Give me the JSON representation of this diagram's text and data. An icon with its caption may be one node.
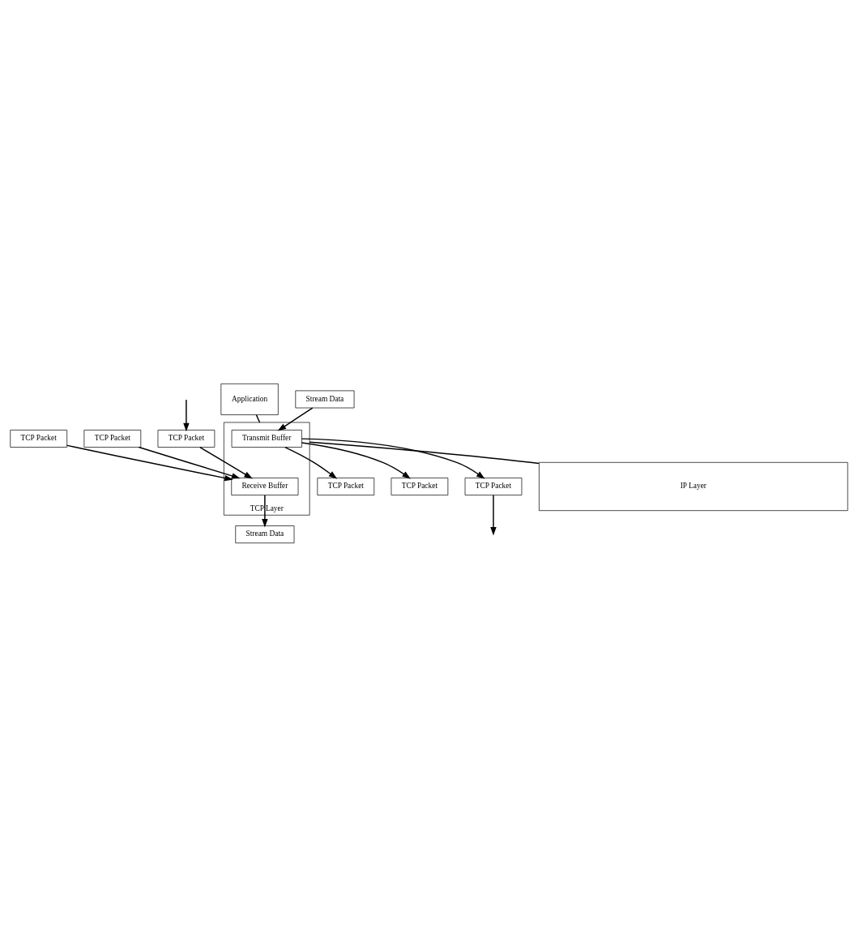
{
  "diagram": {
    "nodes": [
      {
        "text": [
          "Application"
        ]
      },
      {
        "text": [
          "Stream Data"
        ]
      },
      {
        "text": [
          "Stream Data"
        ]
      },
      {
        "text": [
          "TCP Layer"
        ]
      },
      {
        "text": [
          "Transmit Buffer"
        ],
        "in": 3
      },
      {
        "text": [
          "Receive Buffer"
        ],
        "in": 3
      },
      {
        "text": [
          "TCP Packet"
        ]
      },
      {
        "text": [
          "TCP Packet"
        ]
      },
      {
        "text": [
          "TCP Packet"
        ]
      },
      {
        "text": [
          "TCP Packet"
        ]
      },
      {
        "text": [
          "TCP Packet"
        ]
      },
      {
        "text": [
          "TCP Packet"
        ]
      },
      {
        "text": [
          "IP Layer"
        ]
      }
    ],
    "edges": [
      {
        "from": 0,
        "to": 3,
        "arrow": "none"
      },
      {
        "from": 1,
        "to": 4,
        "arrow": "to"
      },
      {
        "from": 5,
        "to": 2,
        "arrow": "to"
      },
      {
        "from": 4,
        "to": 6,
        "arrow": "to"
      },
      {
        "from": 4,
        "to": 8,
        "arrow": "to"
      },
      {
        "from": 4,
        "to": 10,
        "arrow": "to"
      },
      {
        "from": 7,
        "to": 5,
        "arrow": "to"
      },
      {
        "from": 9,
        "to": 5,
        "arrow": "to"
      },
      {
        "from": 11,
        "to": 5,
        "arrow": "to"
      },
      {
        "from": 10,
        "to": null,
        "arrow": "to"
      },
      {
        "from": null,
        "to": 11,
        "arrow": "to"
      },
      {
        "from": 3,
        "to": 12,
        "arrow": "none"
      }
    ]
  }
}
